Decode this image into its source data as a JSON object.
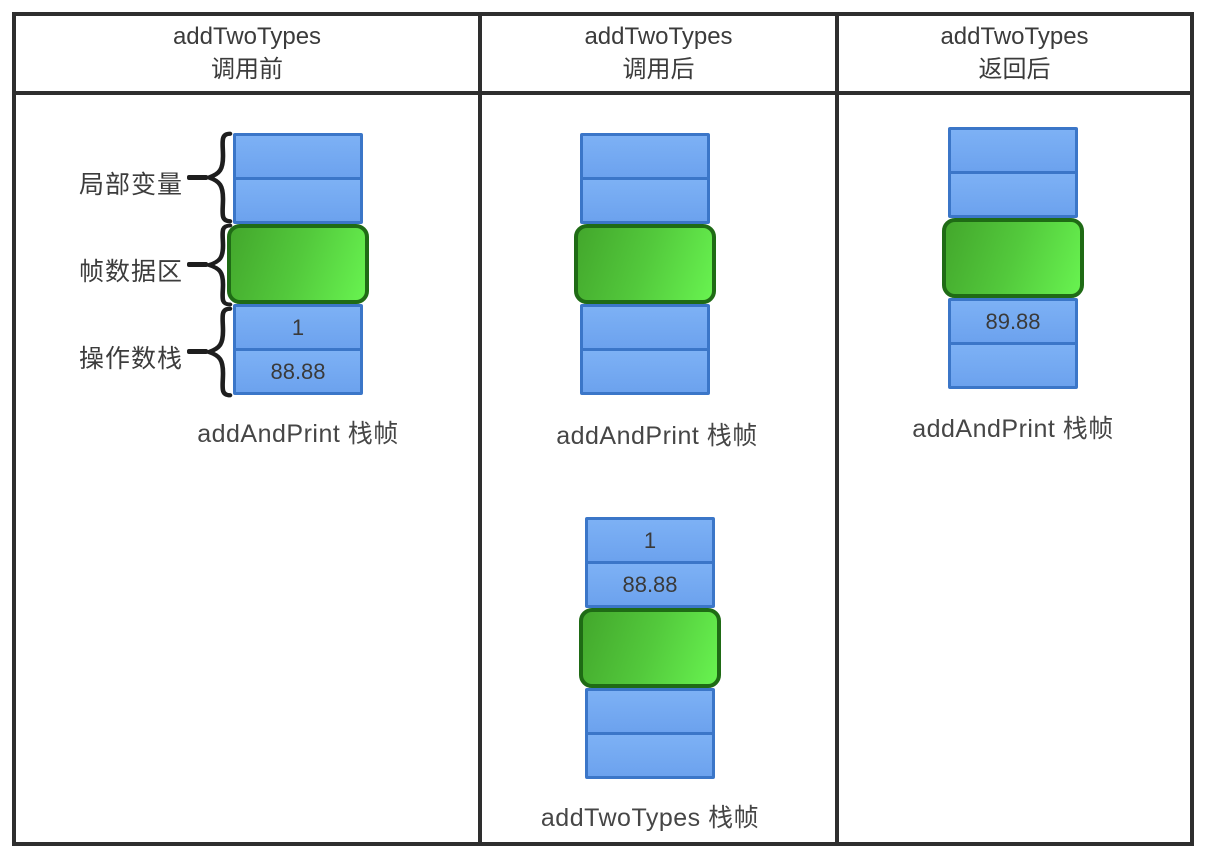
{
  "headers": [
    {
      "title": "addTwoTypes",
      "subtitle": "调用前"
    },
    {
      "title": "addTwoTypes",
      "subtitle": "调用后"
    },
    {
      "title": "addTwoTypes",
      "subtitle": "返回后"
    }
  ],
  "legend": {
    "local_variables": "局部变量",
    "frame_data_area": "帧数据区",
    "operand_stack": "操作数栈"
  },
  "stacks": {
    "before_addandprint": {
      "above": [
        "",
        ""
      ],
      "below": [
        "1",
        "88.88"
      ],
      "caption": "addAndPrint 栈帧"
    },
    "after_addandprint": {
      "above": [
        "",
        ""
      ],
      "below": [
        "",
        ""
      ],
      "caption": "addAndPrint 栈帧"
    },
    "after_addtwotypes": {
      "above": [
        "1",
        "88.88"
      ],
      "below": [
        "",
        ""
      ],
      "caption": "addTwoTypes 栈帧"
    },
    "returned_addandprint": {
      "above": [
        "",
        ""
      ],
      "below": [
        "89.88",
        ""
      ],
      "caption": "addAndPrint 栈帧"
    }
  },
  "colors": {
    "cell_fill": "#74ABF3",
    "cell_border": "#3B76C8",
    "frame_box_fill_dark": "#43A72C",
    "frame_box_fill_light": "#68F350",
    "frame_box_border": "#1F6B15",
    "grid_border": "#2E2E2E",
    "text": "#3D3D3D"
  }
}
